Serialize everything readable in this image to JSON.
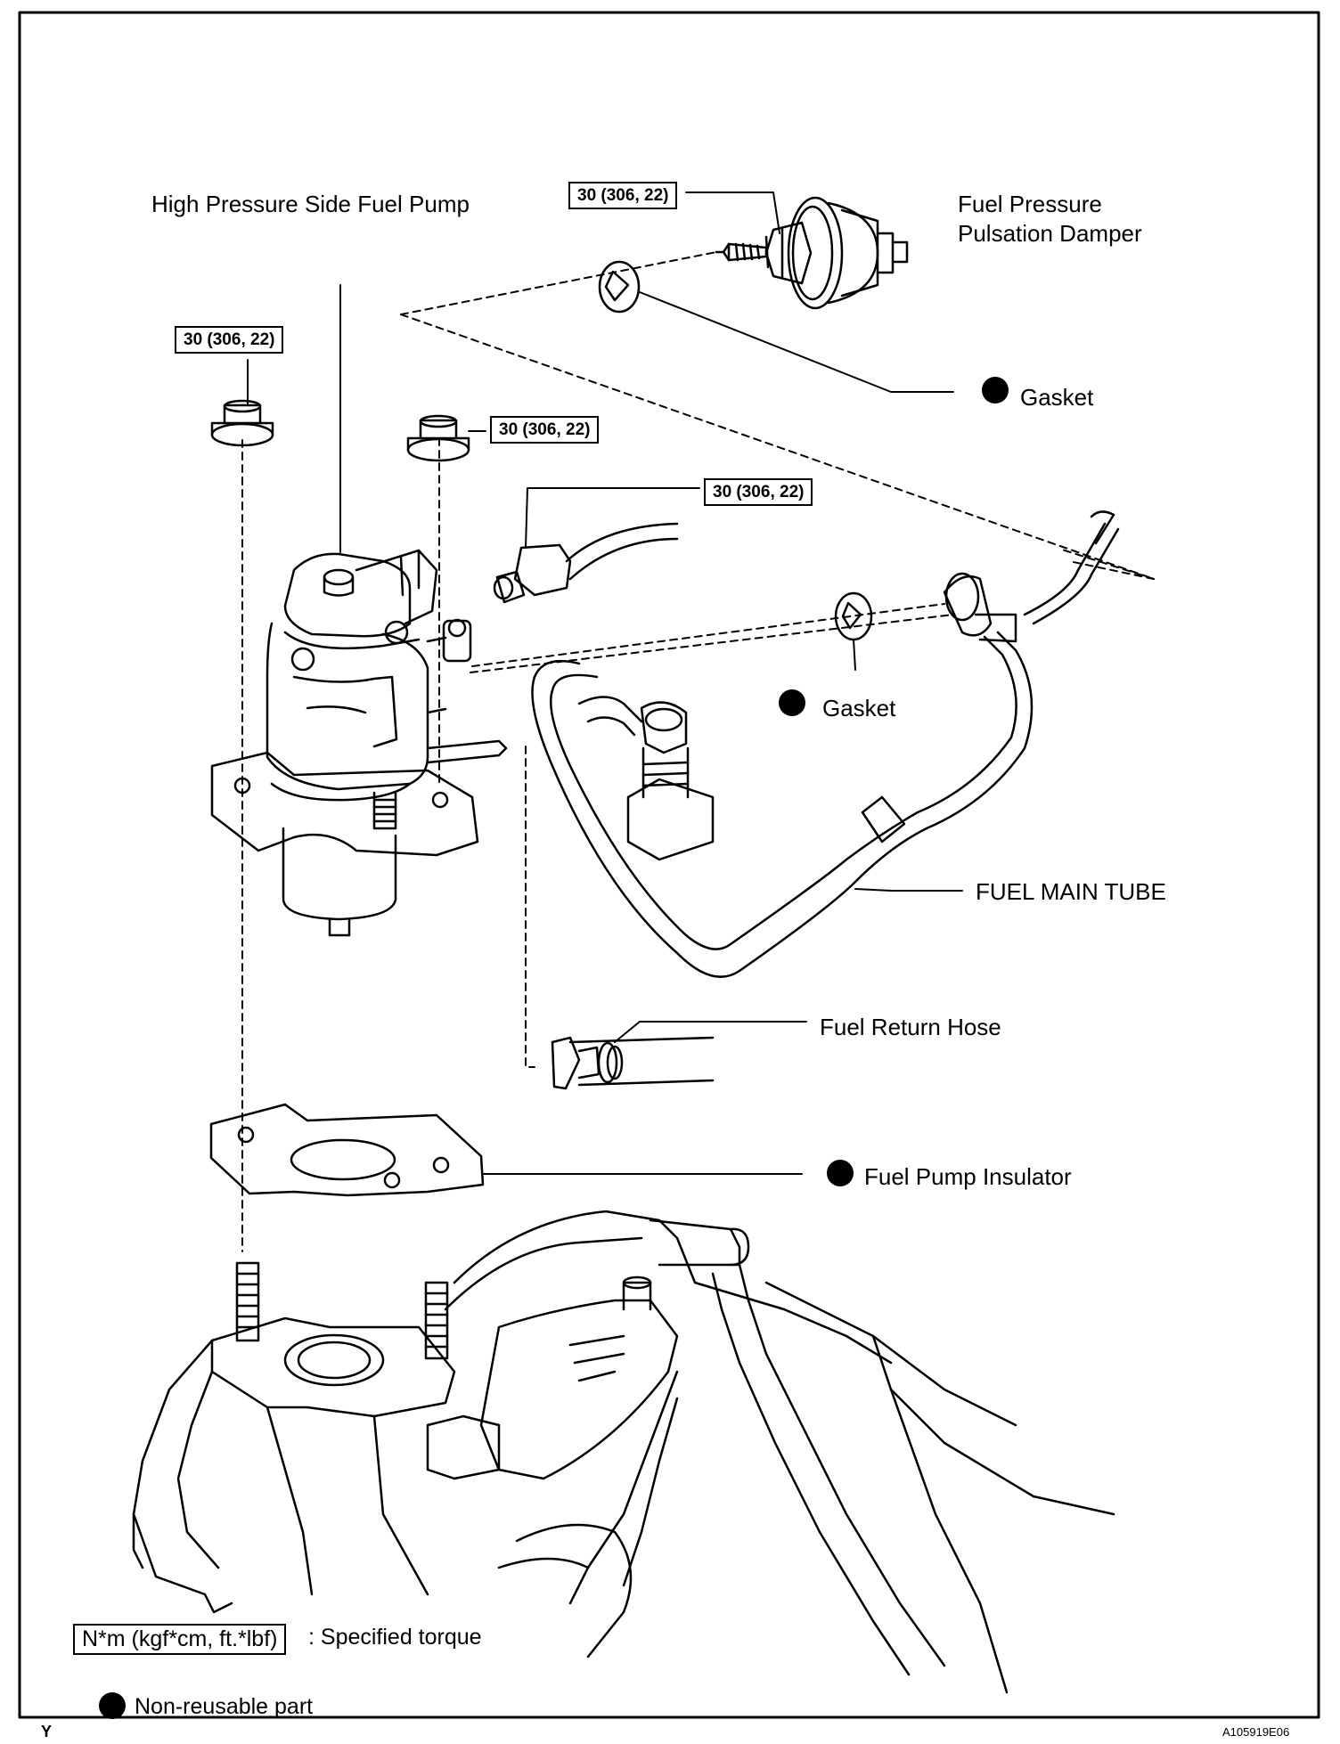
{
  "labels": {
    "high_pressure_pump": "High Pressure Side Fuel Pump",
    "pulsation_damper_line1": "Fuel Pressure",
    "pulsation_damper_line2": "Pulsation Damper",
    "gasket_top": "Gasket",
    "gasket_mid": "Gasket",
    "fuel_main_tube": "FUEL MAIN TUBE",
    "fuel_return_hose": "Fuel Return Hose",
    "fuel_pump_insulator": "Fuel Pump Insulator"
  },
  "torque_specs": {
    "damper": "30 (306, 22)",
    "left_nut": "30 (306, 22)",
    "right_nut": "30 (306, 22)",
    "union_bolt": "30 (306, 22)"
  },
  "legend": {
    "torque_unit": "N*m (kgf*cm, ft.*lbf)",
    "torque_desc": ": Specified torque",
    "non_reusable": "Non-reusable part"
  },
  "footer": {
    "corner_mark": "Y",
    "figure_id": "A105919E06"
  }
}
